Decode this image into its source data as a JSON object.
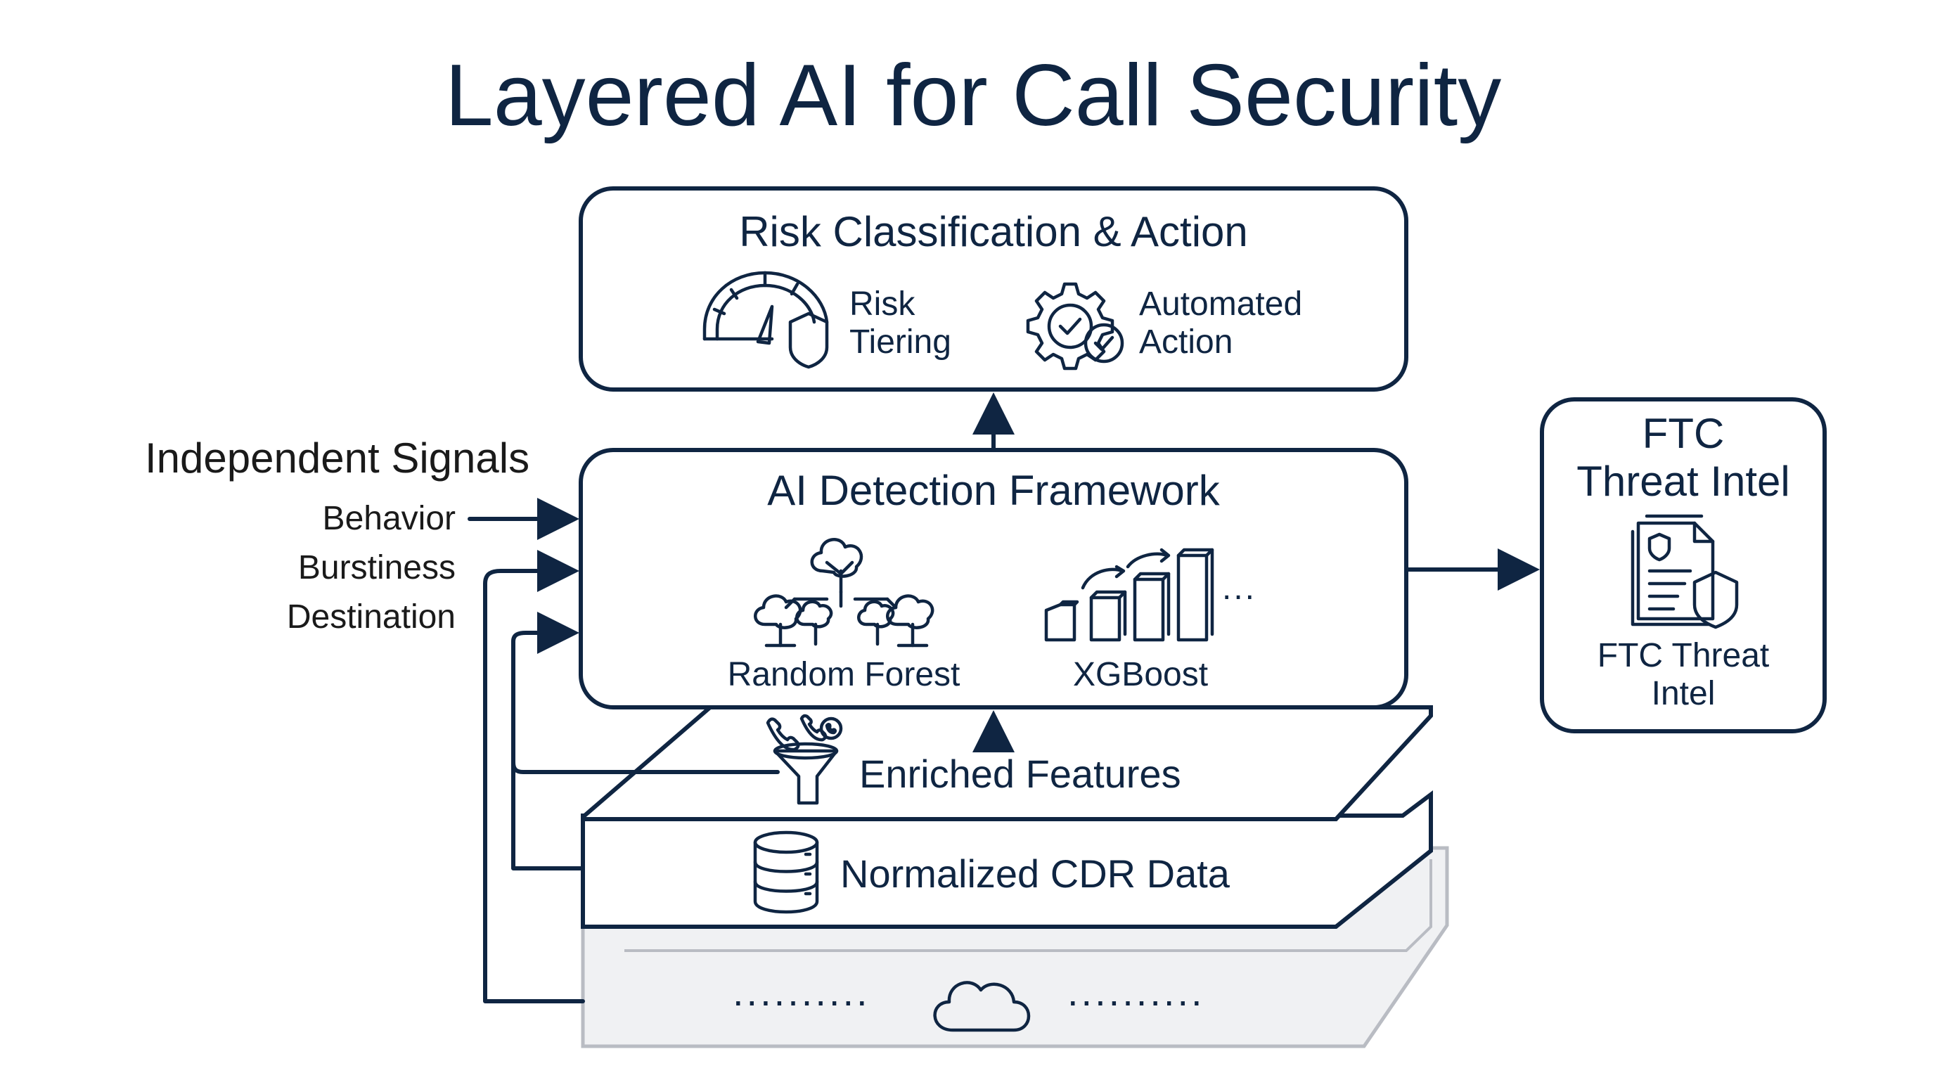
{
  "title": "Layered AI for Call Security",
  "risk_layer": {
    "heading": "Risk Classification & Action",
    "items": [
      {
        "label_line1": "Risk",
        "label_line2": "Tiering",
        "icon": "gauge-shield-icon"
      },
      {
        "label_line1": "Automated",
        "label_line2": "Action",
        "icon": "gear-check-icon"
      }
    ]
  },
  "detection_layer": {
    "heading": "AI Detection Framework",
    "models": [
      {
        "label": "Random Forest",
        "icon": "tree-hierarchy-icon"
      },
      {
        "label": "XGBoost",
        "icon": "bar-growth-icon"
      }
    ],
    "ellipsis": "..."
  },
  "signals": {
    "heading": "Independent Signals",
    "items": [
      "Behavior",
      "Burstiness",
      "Destination"
    ]
  },
  "ftc": {
    "heading_line1": "FTC",
    "heading_line2": "Threat Intel",
    "caption_line1": "FTC Threat",
    "caption_line2": "Intel",
    "icon": "document-shield-icon"
  },
  "features_layer": {
    "label": "Enriched Features",
    "icon": "funnel-phone-icon"
  },
  "cdr_layer": {
    "label": "Normalized CDR Data",
    "icon": "database-icon"
  },
  "base_layer": {
    "left_dots": "..........",
    "right_dots": "..........",
    "icon": "cloud-icon"
  },
  "colors": {
    "ink": "#0f2542",
    "base_fill": "#f0f1f3",
    "base_stroke": "#b9bcc3"
  }
}
